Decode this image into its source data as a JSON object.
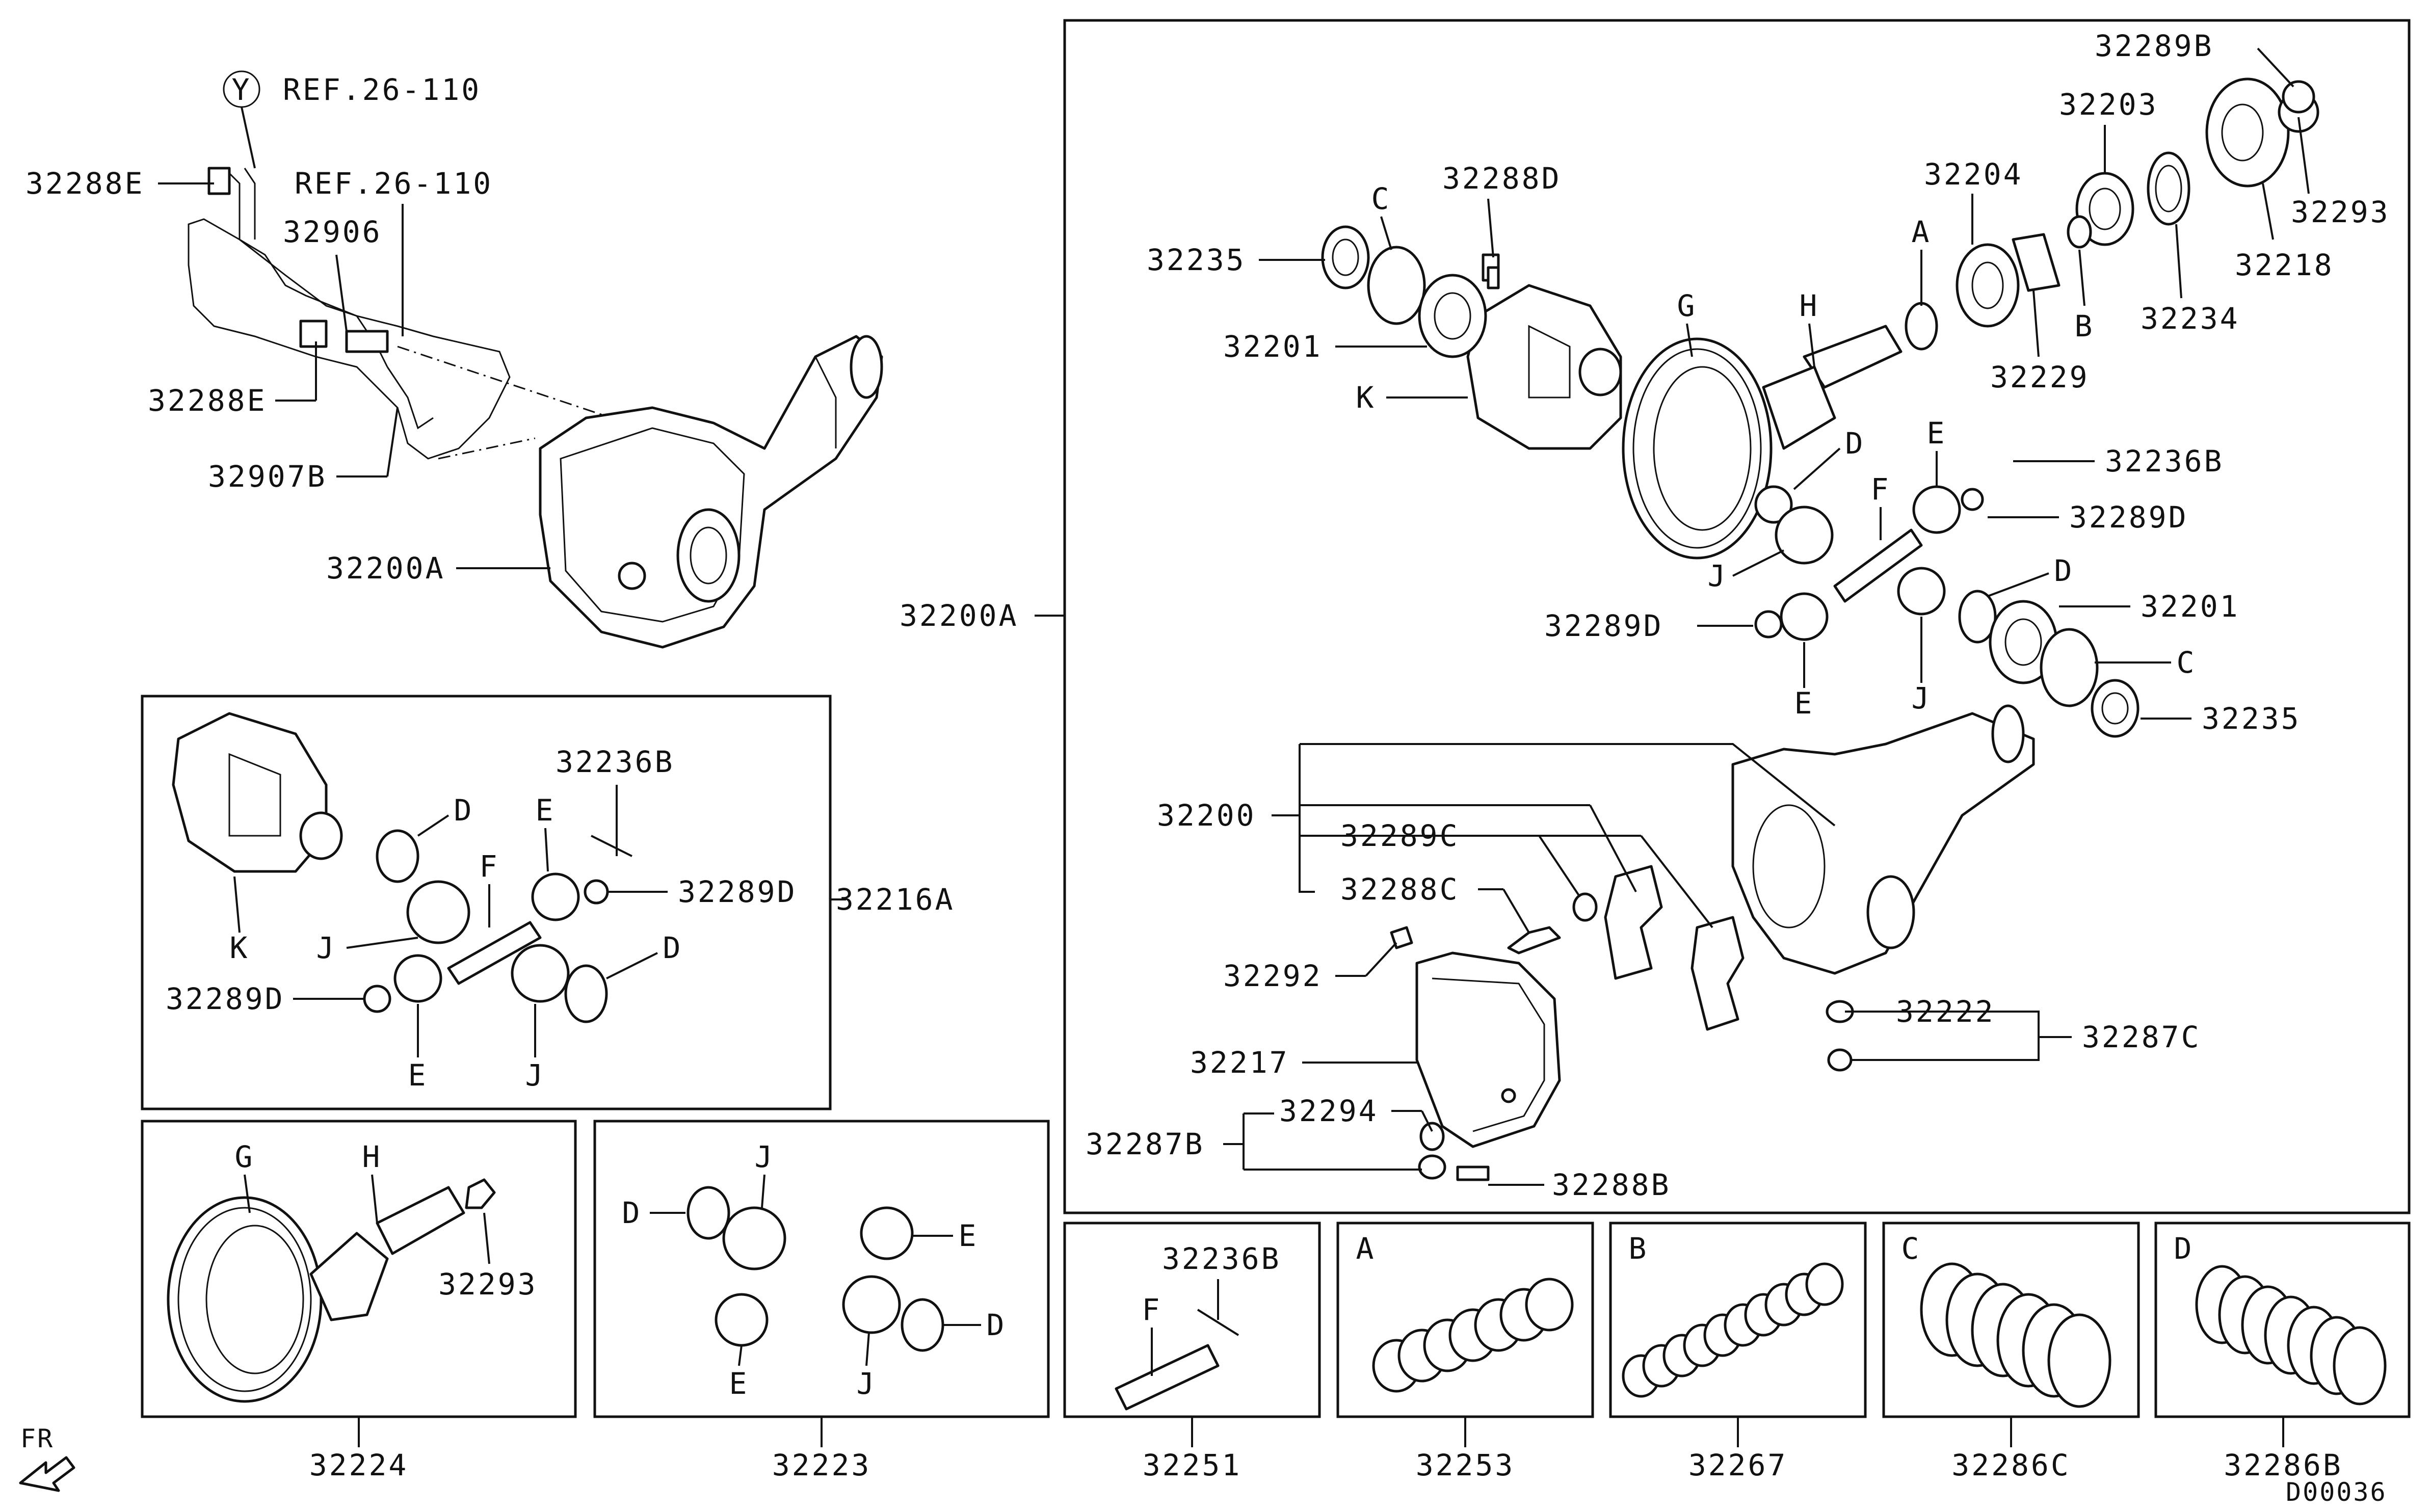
{
  "diagram": {
    "code": "D00036",
    "fr_label": "FR",
    "ref_circle": "Y",
    "ref_1": "REF.26-110",
    "ref_2": "REF.26-110"
  },
  "top_left": {
    "p32288E_a": "32288E",
    "p32906": "32906",
    "p32288E_b": "32288E",
    "p32907B": "32907B",
    "p32200A": "32200A"
  },
  "main_box": {
    "side_label": "32200A",
    "p32289B": "32289B",
    "p32203": "32203",
    "p32293": "32293",
    "p32218": "32218",
    "p32234": "32234",
    "p32204": "32204",
    "p32229": "32229",
    "p32288D": "32288D",
    "p32235_a": "32235",
    "p32201_a": "32201",
    "C_a": "C",
    "A": "A",
    "B": "B",
    "G": "G",
    "H": "H",
    "K": "K",
    "D_a": "D",
    "D_b": "D",
    "E_a": "E",
    "E_b": "E",
    "F": "F",
    "J_a": "J",
    "J_b": "J",
    "p32236B": "32236B",
    "p32289D_a": "32289D",
    "p32289D_b": "32289D",
    "p32201_b": "32201",
    "C_b": "C",
    "p32235_b": "32235",
    "p32200": "32200",
    "p32289C": "32289C",
    "p32288C": "32288C",
    "p32292": "32292",
    "p32217": "32217",
    "p32294": "32294",
    "p32287B": "32287B",
    "p32288B": "32288B",
    "p32222": "32222",
    "p32287C": "32287C"
  },
  "box_32216A": {
    "side_label": "32216A",
    "p32236B": "32236B",
    "D_a": "D",
    "E_a": "E",
    "p32289D_a": "32289D",
    "F": "F",
    "K": "K",
    "J_a": "J",
    "D_b": "D",
    "p32289D_b": "32289D",
    "E_b": "E",
    "J_b": "J"
  },
  "box_32224": {
    "G": "G",
    "H": "H",
    "p32293": "32293",
    "caption": "32224"
  },
  "box_32223": {
    "J_a": "J",
    "D_a": "D",
    "E_a": "E",
    "D_b": "D",
    "E_b": "E",
    "J_b": "J",
    "caption": "32223"
  },
  "box_32251": {
    "p32236B": "32236B",
    "F": "F",
    "caption": "32251"
  },
  "box_32253": {
    "letter": "A",
    "caption": "32253"
  },
  "box_32267": {
    "letter": "B",
    "caption": "32267"
  },
  "box_32286C": {
    "letter": "C",
    "caption": "32286C"
  },
  "box_32286B": {
    "letter": "D",
    "caption": "32286B"
  }
}
